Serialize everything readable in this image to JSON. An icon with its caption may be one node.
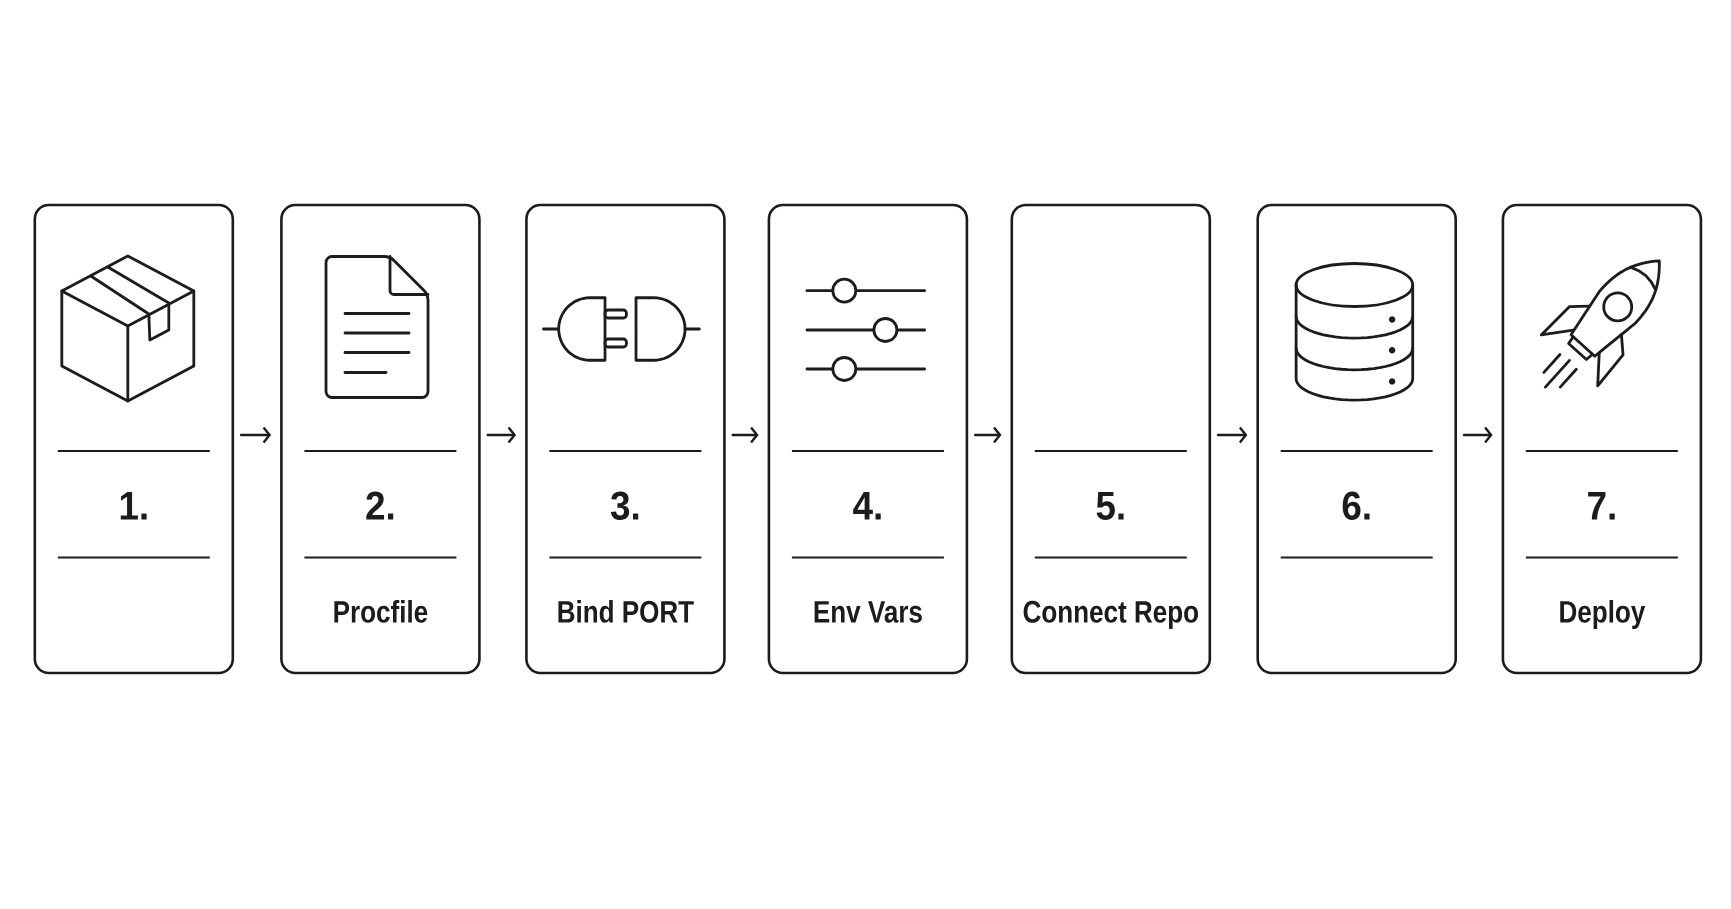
{
  "diagram": {
    "nodes": [
      {
        "text": [
          "1."
        ]
      },
      {
        "text": [
          "2.",
          "Procfile"
        ]
      },
      {
        "text": [
          "3.",
          "Bind PORT"
        ]
      },
      {
        "text": [
          "4.",
          "Env Vars"
        ]
      },
      {
        "text": [
          "5.",
          "Connect Repo"
        ]
      },
      {
        "text": [
          "6."
        ]
      },
      {
        "text": [
          "7.",
          "Deploy"
        ]
      }
    ],
    "edges": [
      {
        "from": 0,
        "to": 1,
        "arrow": "to"
      },
      {
        "from": 1,
        "to": 2,
        "arrow": "to"
      },
      {
        "from": 2,
        "to": 3,
        "arrow": "to"
      },
      {
        "from": 3,
        "to": 4,
        "arrow": "to"
      },
      {
        "from": 4,
        "to": 5,
        "arrow": "to"
      },
      {
        "from": 5,
        "to": 6,
        "arrow": "to"
      }
    ]
  }
}
